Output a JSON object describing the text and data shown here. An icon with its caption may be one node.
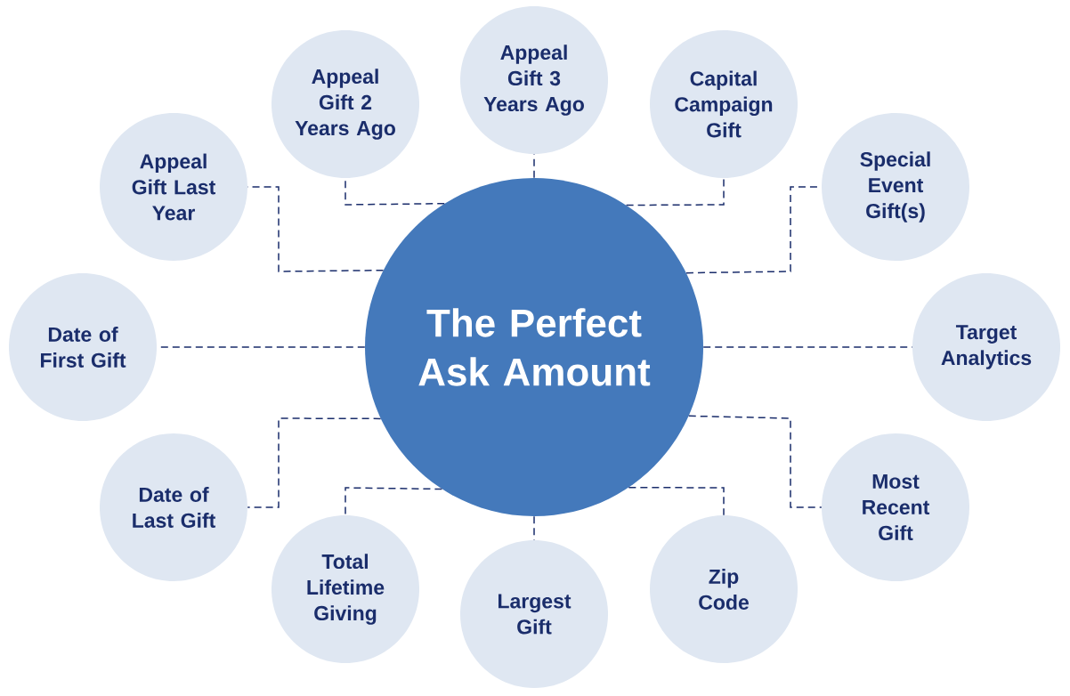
{
  "diagram": {
    "nodes": [
      {
        "text": [
          "The Perfect Ask Amount"
        ]
      },
      {
        "text": [
          "Appeal Gift Last Year"
        ]
      },
      {
        "text": [
          "Appeal Gift 2 Years Ago"
        ]
      },
      {
        "text": [
          "Appeal Gift 3 Years Ago"
        ]
      },
      {
        "text": [
          "Capital Campaign Gift"
        ]
      },
      {
        "text": [
          "Special Event Gift(s)"
        ]
      },
      {
        "text": [
          "Target Analytics"
        ]
      },
      {
        "text": [
          "Most Recent Gift"
        ]
      },
      {
        "text": [
          "Zip Code"
        ]
      },
      {
        "text": [
          "Largest Gift"
        ]
      },
      {
        "text": [
          "Total Lifetime Giving"
        ]
      },
      {
        "text": [
          "Date of Last Gift"
        ]
      },
      {
        "text": [
          "Date of First Gift"
        ]
      }
    ],
    "edges": [
      {
        "from": 0,
        "to": 1,
        "arrow": "none",
        "style": "dashed"
      },
      {
        "from": 0,
        "to": 2,
        "arrow": "none",
        "style": "dashed"
      },
      {
        "from": 0,
        "to": 3,
        "arrow": "none",
        "style": "dashed"
      },
      {
        "from": 0,
        "to": 4,
        "arrow": "none",
        "style": "dashed"
      },
      {
        "from": 0,
        "to": 5,
        "arrow": "none",
        "style": "dashed"
      },
      {
        "from": 0,
        "to": 6,
        "arrow": "none",
        "style": "dashed"
      },
      {
        "from": 0,
        "to": 7,
        "arrow": "none",
        "style": "dashed"
      },
      {
        "from": 0,
        "to": 8,
        "arrow": "none",
        "style": "dashed"
      },
      {
        "from": 0,
        "to": 9,
        "arrow": "none",
        "style": "dashed"
      },
      {
        "from": 0,
        "to": 10,
        "arrow": "none",
        "style": "dashed"
      },
      {
        "from": 0,
        "to": 11,
        "arrow": "none",
        "style": "dashed"
      },
      {
        "from": 0,
        "to": 12,
        "arrow": "none",
        "style": "dashed"
      }
    ]
  }
}
